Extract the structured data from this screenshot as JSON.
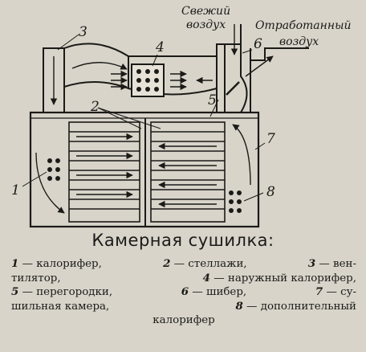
{
  "diagram": {
    "labels": {
      "n1": "1",
      "n2": "2",
      "n3": "3",
      "n4": "4",
      "n5": "5",
      "n6": "6",
      "n7": "7",
      "n8": "8",
      "fresh_air_1": "Свежий",
      "fresh_air_2": "воздух",
      "exhaust_air_1": "Отработанный",
      "exhaust_air_2": "воздух"
    }
  },
  "caption": {
    "title": "Камерная сушилка:",
    "lines": [
      [
        "1",
        " — калорифер,  ",
        "2",
        " — стеллажи,  ",
        "3",
        " — вен-"
      ],
      [
        "тилятор,     ",
        "4",
        " — наружный    калорифер,"
      ],
      [
        "5",
        " — перегородки,    ",
        "6",
        " — шибер,    ",
        "7",
        " — су-"
      ],
      [
        "шильная   камера,  ",
        "8",
        " — дополнительный"
      ],
      [
        "калорифер"
      ]
    ]
  }
}
